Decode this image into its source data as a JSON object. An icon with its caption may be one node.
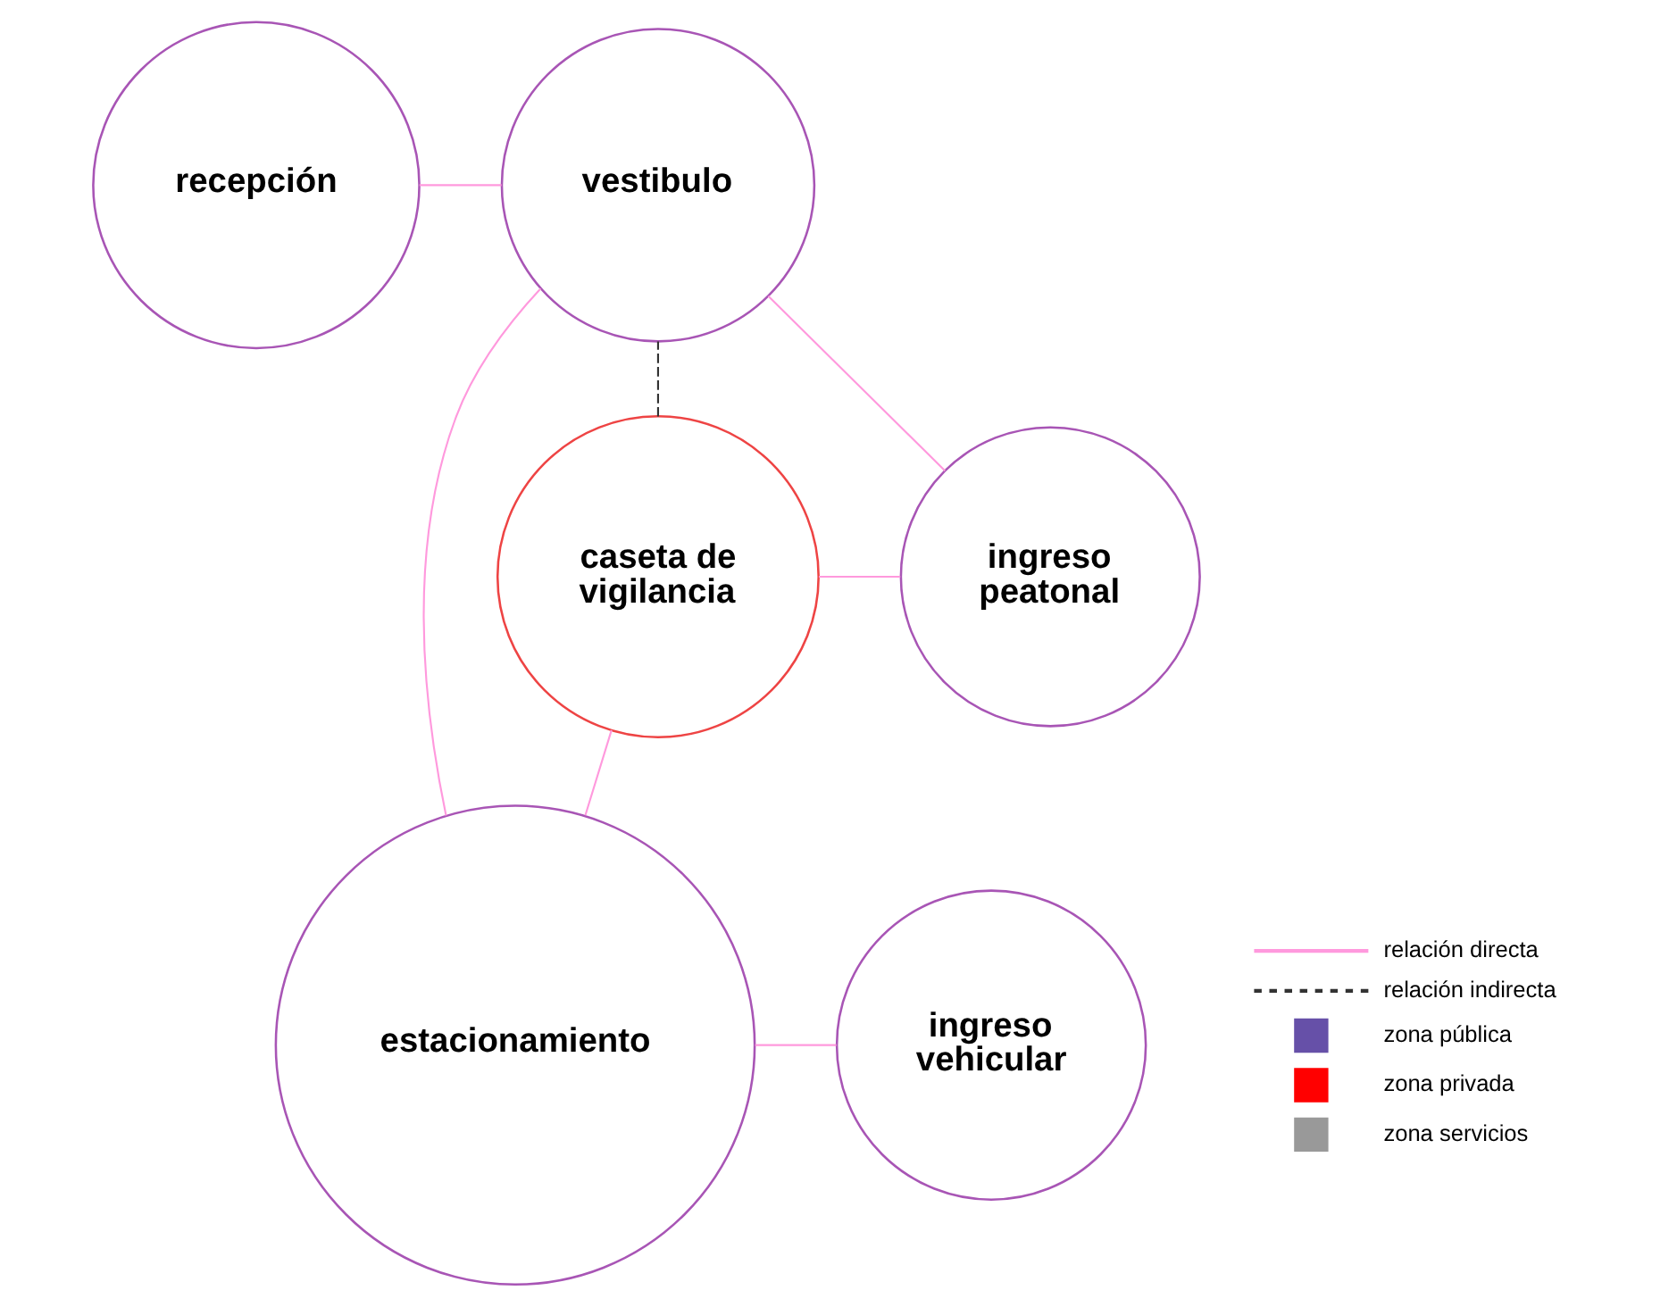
{
  "diagram": {
    "nodes": [
      {
        "text": [
          "recepción"
        ]
      },
      {
        "text": [
          "vestibulo"
        ]
      },
      {
        "text": [
          "caseta de vigilancia"
        ]
      },
      {
        "text": [
          "ingreso peatonal"
        ]
      },
      {
        "text": [
          "estacionamiento"
        ]
      },
      {
        "text": [
          "ingreso vehicular"
        ]
      }
    ],
    "edges": [
      {
        "from": 0,
        "to": 1,
        "arrow": "none"
      },
      {
        "from": 2,
        "to": 1,
        "arrow": "none",
        "style": "dashed",
        "color": "#333333"
      },
      {
        "from": 1,
        "to": 4,
        "arrow": "none"
      },
      {
        "from": 1,
        "to": 3,
        "arrow": "none"
      },
      {
        "from": 2,
        "to": 3,
        "arrow": "none"
      },
      {
        "from": 2,
        "to": 4,
        "arrow": "none"
      },
      {
        "from": 4,
        "to": 5,
        "arrow": "none"
      }
    ],
    "legend": [
      {
        "text": "relación directa"
      },
      {
        "text": "relación indirecta"
      },
      {
        "text": "zona pública",
        "color": "#6650a8"
      },
      {
        "text": "zona privada",
        "color": "#ff0000"
      },
      {
        "text": "zona servicios",
        "color": "#999999"
      }
    ]
  }
}
